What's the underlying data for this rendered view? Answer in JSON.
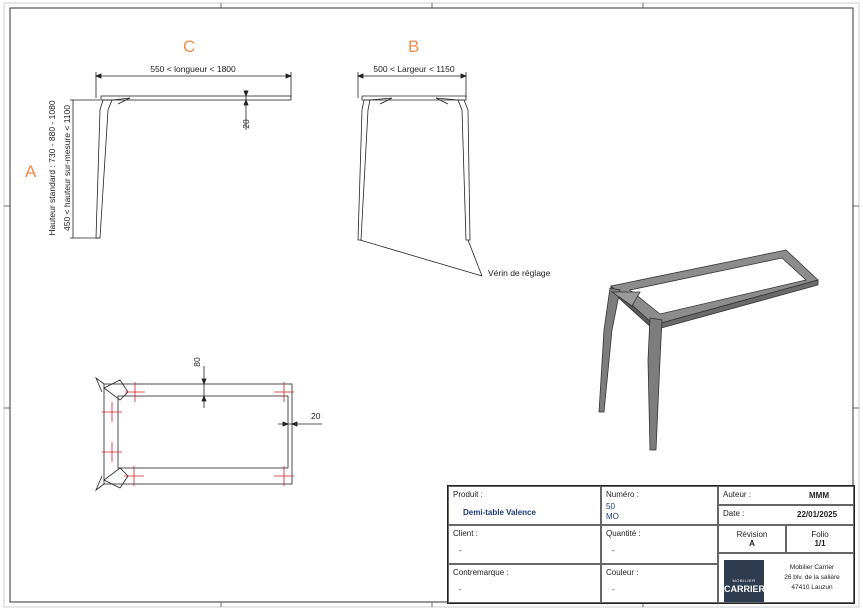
{
  "views": {
    "top_letter": "C",
    "side_letter": "B",
    "height_letter": "A"
  },
  "dimensions": {
    "length": "550 < longueur < 1800",
    "width": "500 < Largeur < 1150",
    "thickness_side": "20",
    "height_standard": "Hauteur standard : 730 - 880 - 1080",
    "height_custom": "450 < hauteur sur-mesure < 1100",
    "plan_80": "80",
    "plan_20": "20"
  },
  "annotations": {
    "verin": "Vérin de réglage"
  },
  "title_block": {
    "produit_label": "Produit :",
    "produit_value": "Demi-table Valence",
    "numero_label": "Numéro :",
    "numero_line1": "50",
    "numero_line2": "MO",
    "auteur_label": "Auteur :",
    "auteur_value": "MMM",
    "date_label": "Date :",
    "date_value": "22/01/2025",
    "client_label": "Client :",
    "client_value": "-",
    "quantite_label": "Quantité :",
    "quantite_value": "-",
    "revision_label": "Révision",
    "revision_value": "A",
    "folio_label": "Folio",
    "folio_value": "1/1",
    "contremarque_label": "Contremarque :",
    "contremarque_value": "-",
    "couleur_label": "Couleur :",
    "couleur_value": "-",
    "logo_small": "MOBILIER",
    "logo_text": "CARRIER",
    "company_name": "Mobilier Carrier",
    "company_address": "26 blv. de la salière",
    "company_city": "47410 Lauzun"
  },
  "colors": {
    "accent": "#f08a4b",
    "link_blue": "#1f3a7a",
    "mark_red": "#d22020",
    "frame_dark": "#4a4a4a"
  }
}
